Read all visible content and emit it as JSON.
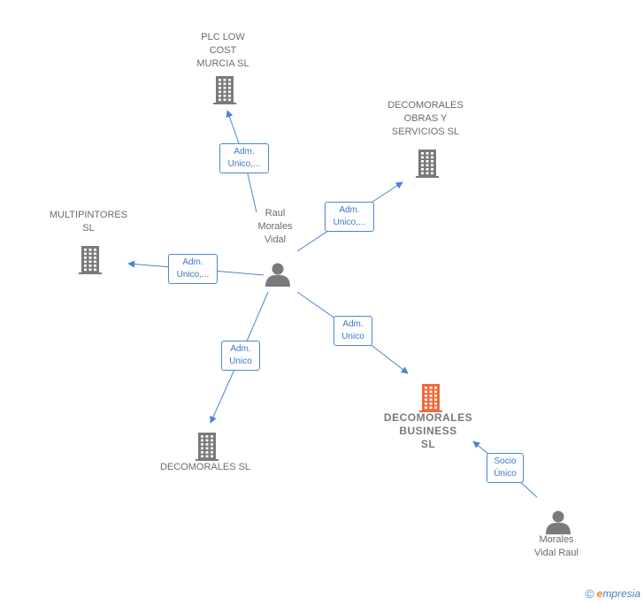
{
  "colors": {
    "edge": "#4a86d0",
    "node_default": "#7a7a7a",
    "node_focus": "#f06a3a"
  },
  "nodes": [
    {
      "id": "plc",
      "type": "company",
      "label": "PLC LOW\nCOST\nMURCIA  SL",
      "focus": false
    },
    {
      "id": "obras",
      "type": "company",
      "label": "DECOMORALES\nOBRAS Y\nSERVICIOS  SL",
      "focus": false
    },
    {
      "id": "multi",
      "type": "company",
      "label": "MULTIPINTORES\nSL",
      "focus": false
    },
    {
      "id": "raul",
      "type": "person",
      "label": "Raul\nMorales\nVidal",
      "focus": false
    },
    {
      "id": "decosl",
      "type": "company",
      "label": "DECOMORALES SL",
      "focus": false
    },
    {
      "id": "business",
      "type": "company",
      "label": "DECOMORALES\nBUSINESS\nSL",
      "focus": true
    },
    {
      "id": "morales",
      "type": "person",
      "label": "Morales\nVidal Raul",
      "focus": false
    }
  ],
  "edges": [
    {
      "from": "raul",
      "to": "plc",
      "label": "Adm.\nUnico,..."
    },
    {
      "from": "raul",
      "to": "obras",
      "label": "Adm.\nUnico,..."
    },
    {
      "from": "raul",
      "to": "multi",
      "label": "Adm.\nUnico,..."
    },
    {
      "from": "raul",
      "to": "decosl",
      "label": "Adm.\nUnico"
    },
    {
      "from": "raul",
      "to": "business",
      "label": "Adm.\nUnico"
    },
    {
      "from": "morales",
      "to": "business",
      "label": "Socio\nÚnico"
    }
  ],
  "watermark": {
    "symbol": "©",
    "brand_initial": "e",
    "brand_rest": "mpresia"
  }
}
